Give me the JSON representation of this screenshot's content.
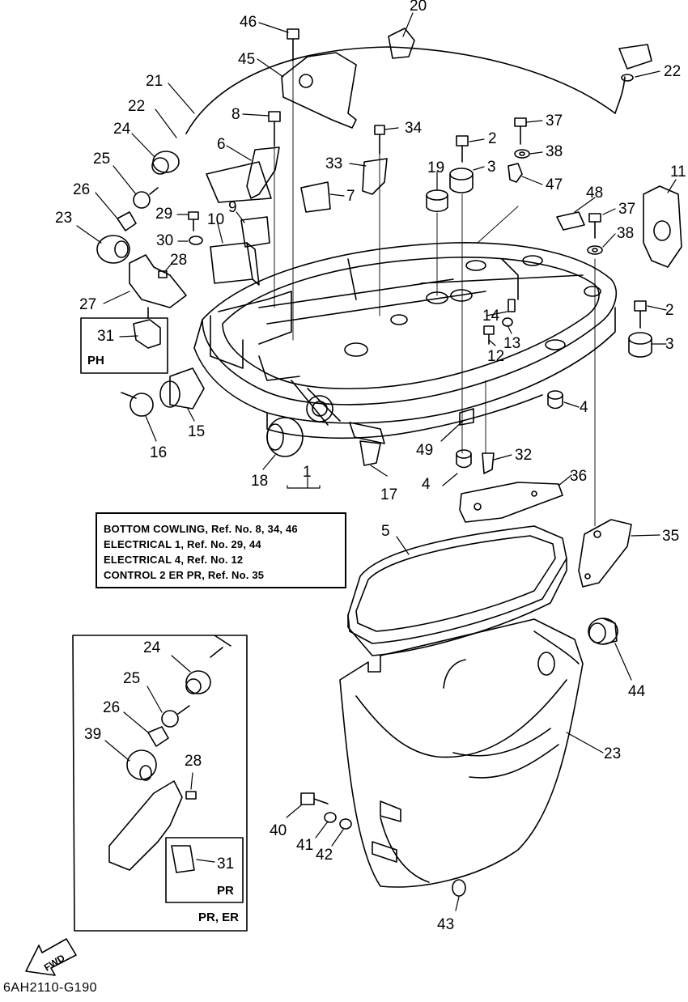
{
  "diagram": {
    "code": "6AH2110-G190",
    "fwd_label": "FWD",
    "reference_lines": [
      "BOTTOM COWLING, Ref. No. 8, 34, 46",
      "ELECTRICAL 1, Ref. No. 29, 44",
      "ELECTRICAL 4, Ref. No. 12",
      "CONTROL 2 ER PR, Ref. No. 35"
    ],
    "inset_ph_label": "PH",
    "inset_pr_label": "PR",
    "inset_prer_label": "PR, ER",
    "callouts": [
      "46",
      "20",
      "45",
      "22",
      "21",
      "8",
      "22",
      "34",
      "37",
      "2",
      "38",
      "6",
      "24",
      "33",
      "19",
      "3",
      "47",
      "11",
      "25",
      "7",
      "26",
      "9",
      "48",
      "37",
      "29",
      "10",
      "23",
      "30",
      "38",
      "28",
      "2",
      "27",
      "14",
      "13",
      "31",
      "12",
      "3",
      "4",
      "15",
      "16",
      "18",
      "1",
      "49",
      "32",
      "17",
      "4",
      "36",
      "5",
      "35",
      "24",
      "44",
      "25",
      "26",
      "39",
      "23",
      "28",
      "40",
      "41",
      "42",
      "31",
      "43"
    ]
  }
}
